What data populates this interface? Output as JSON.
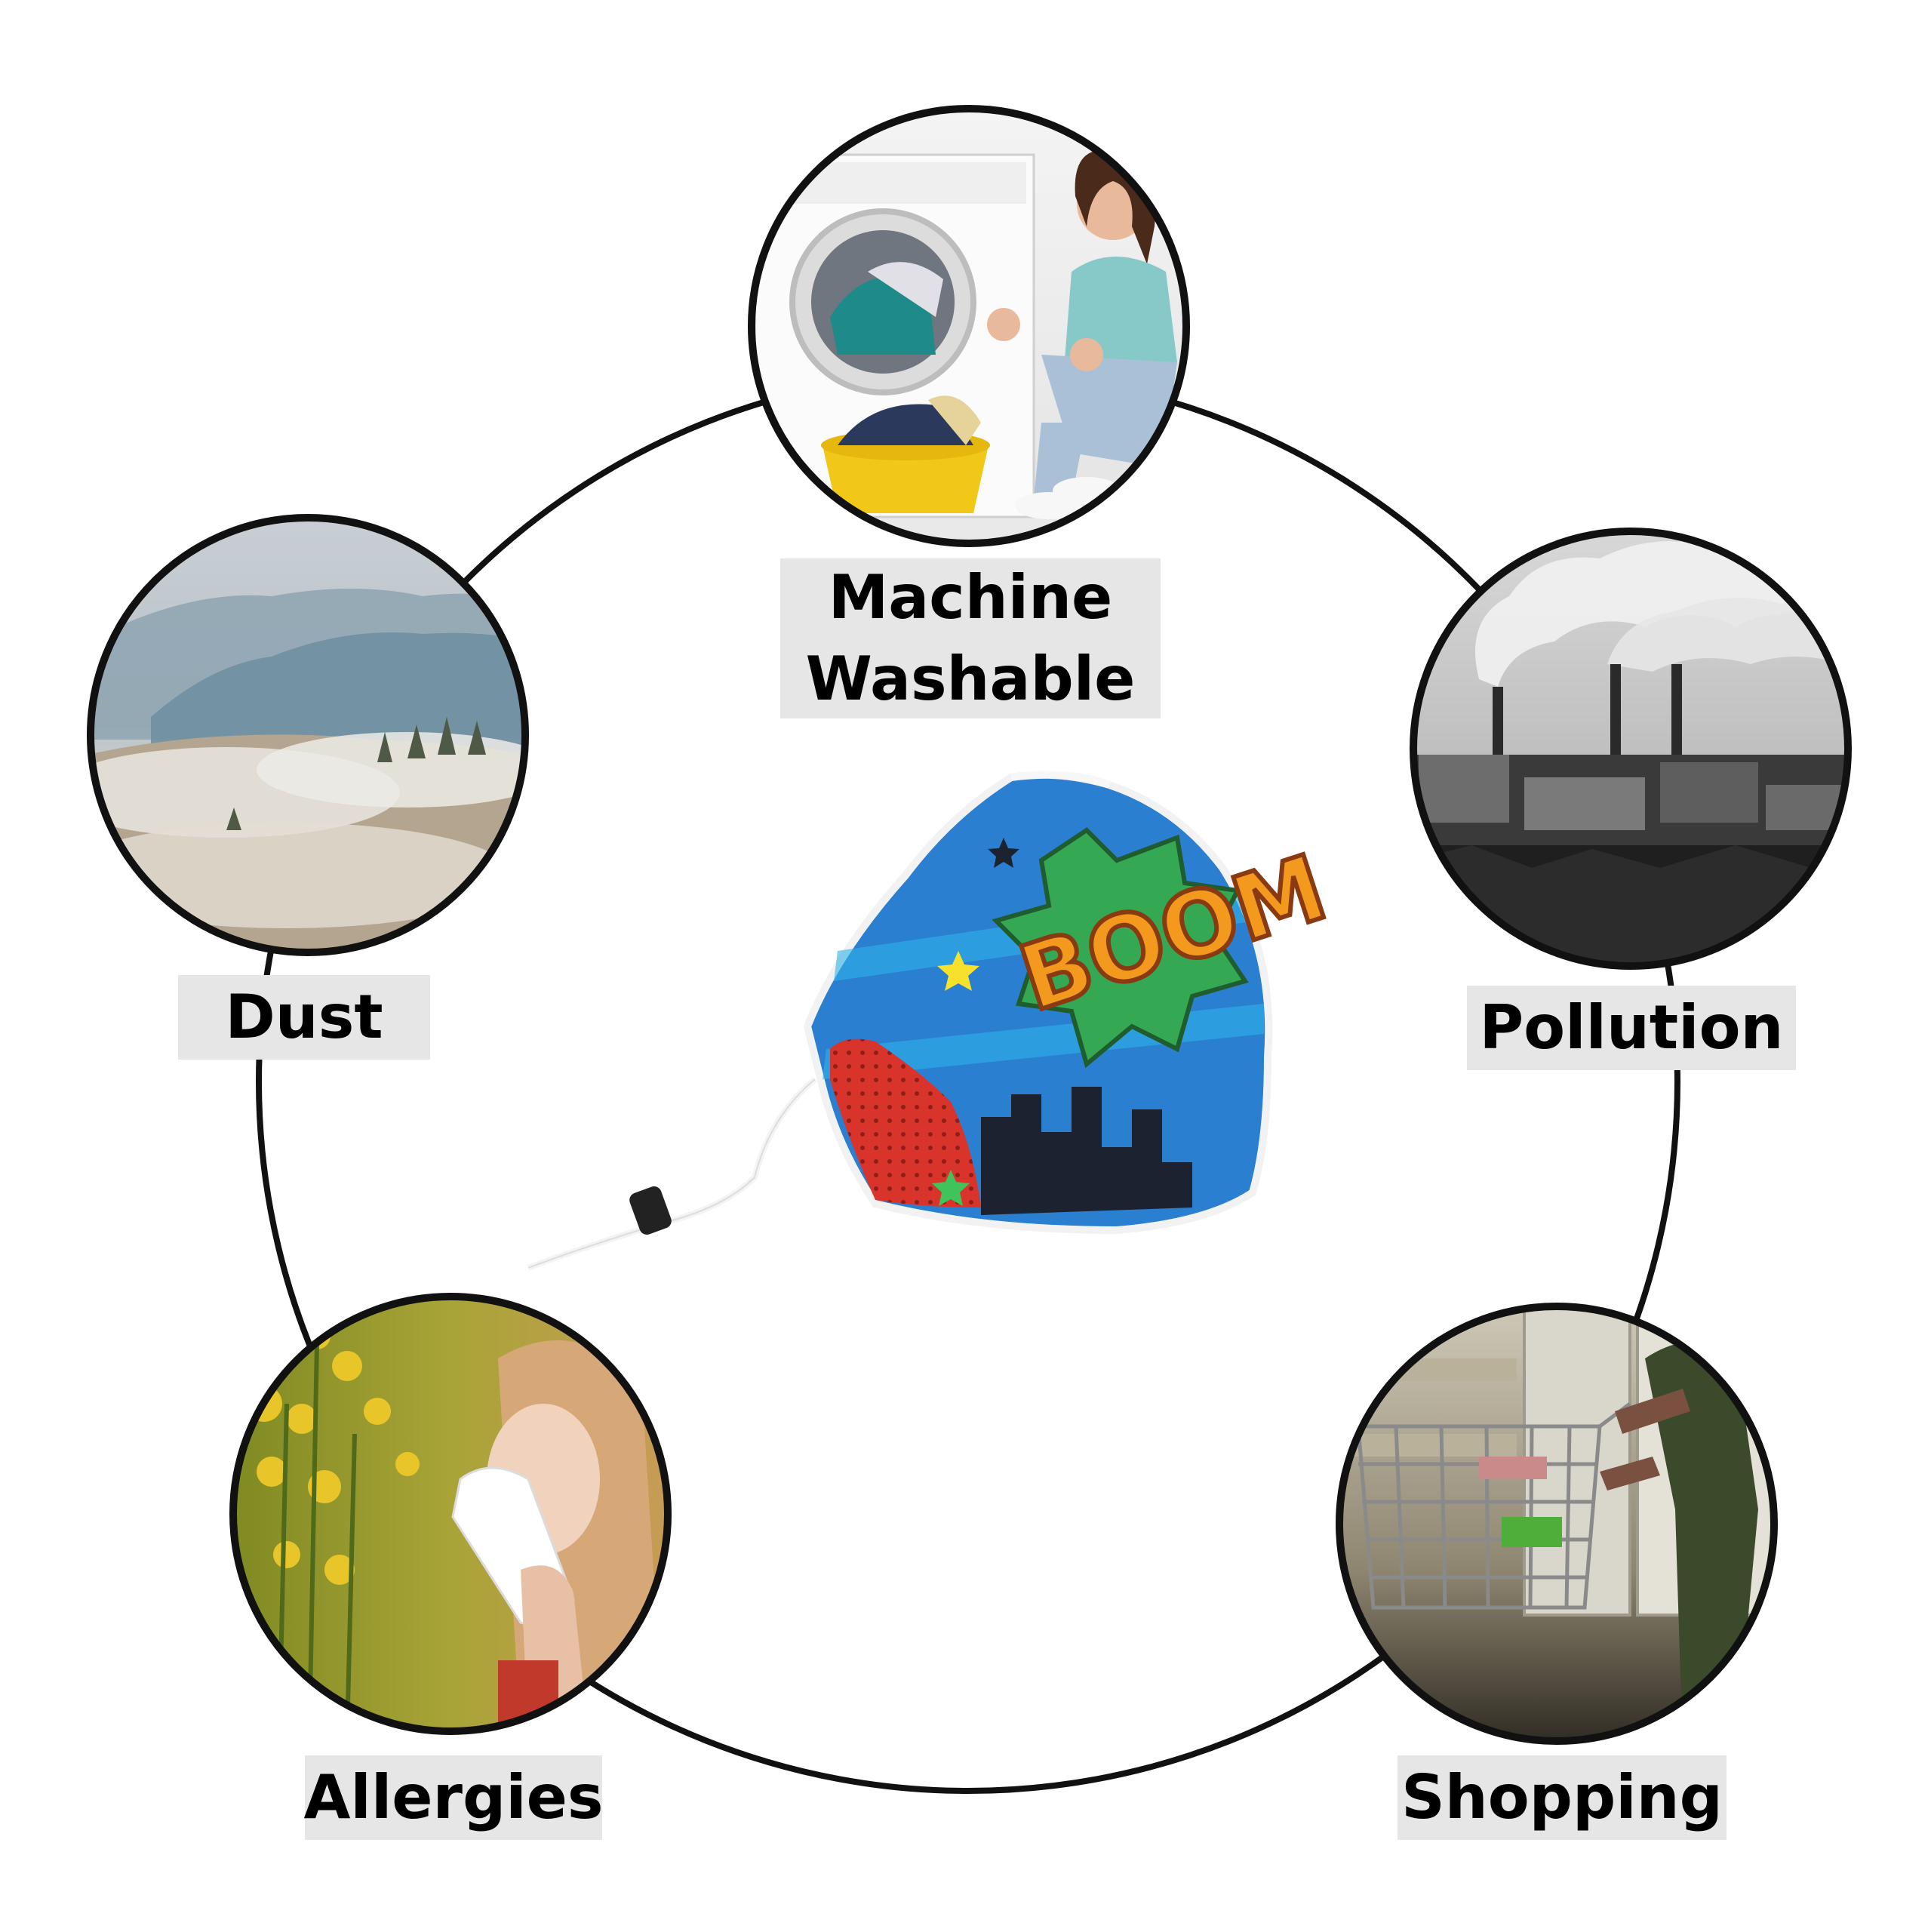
{
  "features": [
    {
      "id": "machine-washable",
      "lines": [
        "Machine",
        "Washable"
      ],
      "photo": "woman-with-washing-machine"
    },
    {
      "id": "pollution",
      "lines": [
        "Pollution"
      ],
      "photo": "factory-smokestacks"
    },
    {
      "id": "shopping",
      "lines": [
        "Shopping"
      ],
      "photo": "shopping-cart-supermarket"
    },
    {
      "id": "allergies",
      "lines": [
        "Allergies"
      ],
      "photo": "woman-sneezing-near-goldenrod"
    },
    {
      "id": "dust",
      "lines": [
        "Dust"
      ],
      "photo": "misty-mountain-landscape"
    }
  ],
  "center": {
    "product": "comic-print-face-mask",
    "print_text": "BOOM"
  },
  "colors": {
    "ring": "#111111",
    "label_bg": "#e6e6e6",
    "text": "#000000"
  }
}
